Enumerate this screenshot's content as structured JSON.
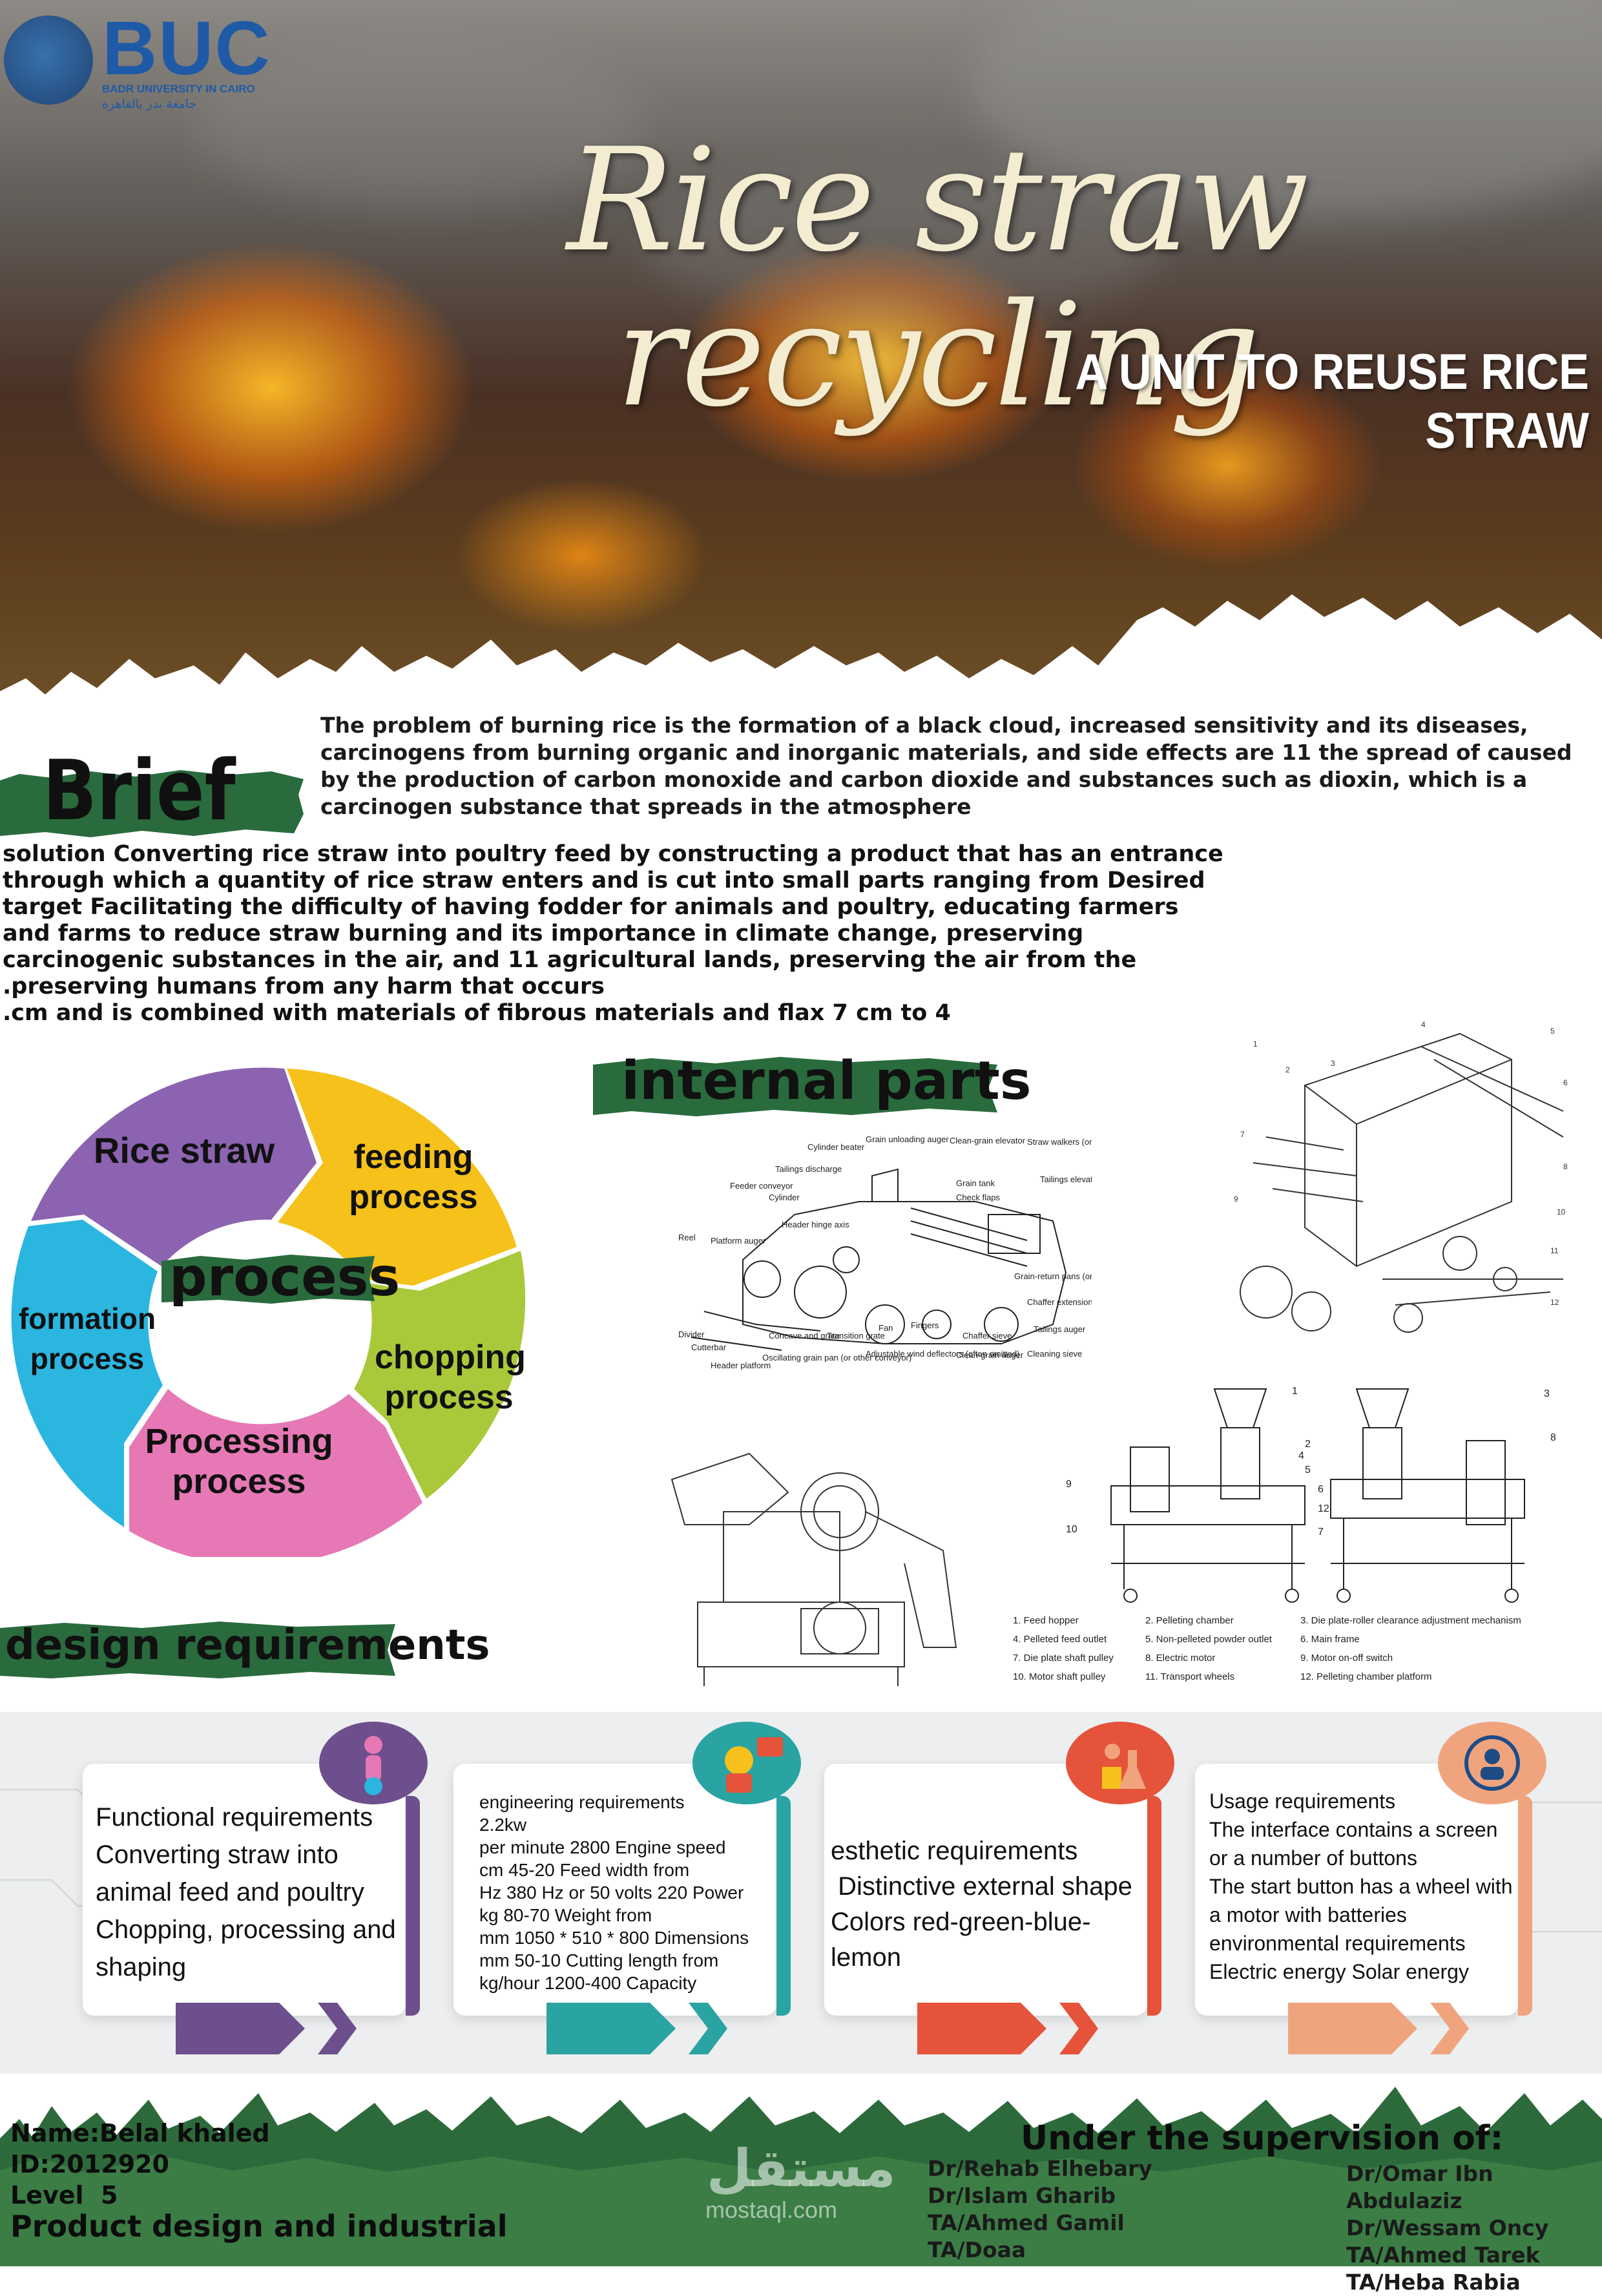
{
  "logo": {
    "mark": "BUC",
    "name_en": "BADR UNIVERSITY IN CAIRO",
    "name_ar": "جامعة بدر بالقاهرة"
  },
  "hero": {
    "title": "Rice straw recycling",
    "subtitle": "A UNIT TO REUSE RICE STRAW"
  },
  "brief": {
    "label": "Brief",
    "problem": "The problem of burning rice is the formation of a black cloud, increased sensitivity and its diseases, carcinogens from burning organic and inorganic materials, and side effects are  11 the spread of caused by the production of carbon monoxide and carbon dioxide and substances such as  dioxin, which is a carcinogen substance that spreads in the atmosphere",
    "solution_lines": [
      " solution Converting rice straw into poultry feed by constructing a product that has an entrance",
      "through which a quantity of rice straw enters and is  cut into small parts ranging from  Desired",
      "target Facilitating the difficulty of having fodder for animals and poultry, educating farmers",
      "and farms to reduce straw burning and its importance in climate   change, preserving",
      "carcinogenic substances in the air, and  11 agricultural lands, preserving the air from the",
      ".preserving humans from any harm that   occurs",
      ".cm and is combined with materials of fibrous materials and flax 7 cm to 4"
    ]
  },
  "process": {
    "center_label": "process",
    "segments": [
      {
        "line1": "Rice straw",
        "line2": "",
        "color": "#8b63b0"
      },
      {
        "line1": "feeding",
        "line2": "process",
        "color": "#f5c11a"
      },
      {
        "line1": "chopping",
        "line2": "process",
        "color": "#a9c93a"
      },
      {
        "line1": "Processing",
        "line2": "process",
        "color": "#e679b5"
      },
      {
        "line1": "formation",
        "line2": "process",
        "color": "#2bb6e0"
      }
    ]
  },
  "internal_parts": {
    "label": "internal parts",
    "combine_labels": [
      "Cylinder beater",
      "Grain unloading auger",
      "Clean-grain elevator",
      "Straw walkers (or one-piece straw rack)",
      "Tailings discharge",
      "Feeder conveyor",
      "Cylinder",
      "Grain tank",
      "Check flaps",
      "Tailings elevator",
      "Header hinge axis",
      "Reel",
      "Platform auger",
      "Grain-return pans (or other conveyor)",
      "Chaffer extension",
      "Divider",
      "Cutterbar",
      "Concave and grate",
      "Transition grate",
      "Fan",
      "Fingers",
      "Chaffer sieve",
      "Tailings auger",
      "Header platform",
      "Oscillating grain pan (or other conveyor)",
      "Adjustable wind deflectors (often omitted)",
      "Clean-grain auger",
      "Cleaning sieve"
    ],
    "pellet_legend": [
      [
        "1. Feed hopper",
        "2. Pelleting chamber",
        "3. Die plate-roller clearance adjustment mechanism"
      ],
      [
        "4. Pelleted feed outlet",
        "5. Non-pelleted powder outlet",
        "6. Main frame"
      ],
      [
        "7. Die plate shaft pulley",
        "8. Electric motor",
        "9. Motor on-off switch"
      ],
      [
        "10. Motor shaft pulley",
        "11. Transport wheels",
        "12. Pelleting chamber platform"
      ]
    ]
  },
  "design_requirements": {
    "label": "design requirements",
    "cards": [
      {
        "color": "#6c4f8c",
        "icon": "person-icon",
        "lines": [
          "Functional requirements",
          "Converting straw into",
          "animal feed and poultry",
          "Chopping, processing and",
          "shaping"
        ]
      },
      {
        "color": "#2aa3a3",
        "icon": "worker-icon",
        "lines": [
          "engineering requirements",
          "2.2kw",
          "per minute 2800 Engine speed",
          "cm 45-20 Feed width from",
          "Hz 380 Hz or 50 volts 220 Power",
          "kg 80-70 Weight from",
          "mm 1050 * 510 * 800 Dimensions",
          "mm 50-10 Cutting length from",
          "kg/hour 1200-400 Capacity"
        ]
      },
      {
        "color": "#e5533a",
        "icon": "lab-icon",
        "lines": [
          "esthetic requirements",
          " Distinctive external shape",
          "Colors red-green-blue-lemon"
        ]
      },
      {
        "color": "#f0a47e",
        "icon": "user-cycle-icon",
        "lines": [
          "Usage requirements",
          "The interface contains a screen",
          "or a number of buttons",
          "The start button has a wheel with",
          "a motor with batteries",
          "environmental requirements",
          "Electric energy Solar energy"
        ]
      }
    ]
  },
  "footer": {
    "student": [
      "Name:Belal khaled",
      "ID:2012920",
      "Level  5",
      "Product design and industrial"
    ],
    "supervision_title": "Under the supervision of:",
    "supervisors_left": [
      "Dr/Rehab Elhebary",
      "Dr/Islam Gharib",
      "TA/Ahmed Gamil",
      "TA/Doaa"
    ],
    "supervisors_right": [
      "Dr/Omar Ibn Abdulaziz",
      "Dr/Wessam Oncy",
      "TA/Ahmed Tarek",
      "TA/Heba Rabia"
    ],
    "watermark_ar": "مستقل",
    "watermark_en": "mostaql.com"
  },
  "colors": {
    "brush_green": "#2a6b3d",
    "footer_green": "#2d6a3b"
  }
}
